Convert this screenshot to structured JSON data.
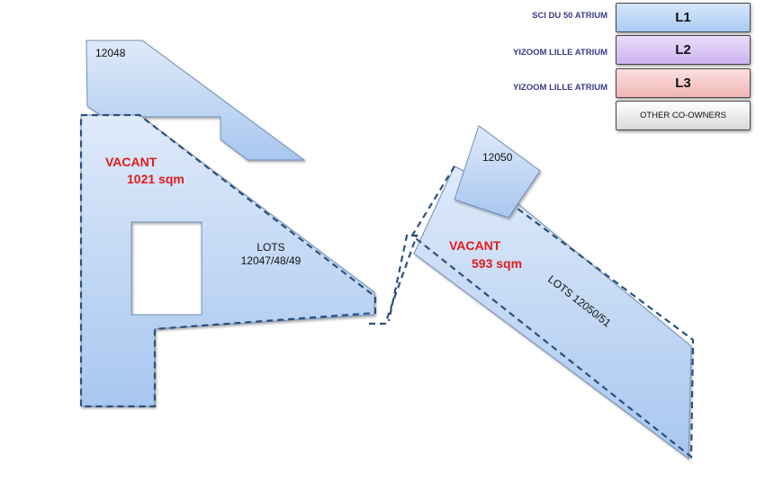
{
  "legend": [
    {
      "owner": "SCI DU 50 ATRIUM",
      "code": "L1",
      "fill": "#bcd7f6"
    },
    {
      "owner": "YIZOOM LILLE  ATRIUM",
      "code": "L2",
      "fill": "#dcc8f4"
    },
    {
      "owner": "YIZOOM LILLE  ATRIUM",
      "code": "L3",
      "fill": "#f6c9c9"
    },
    {
      "owner": "",
      "code": "OTHER CO-OWNERS",
      "fill": "#ececec"
    }
  ],
  "parcels": {
    "lot_12048": "12048",
    "lots_left": "LOTS",
    "lots_left_numbers": "12047/48/49",
    "lot_12050": "12050",
    "lots_right": "LOTS 12050/51"
  },
  "vacant_left": {
    "label": "VACANT",
    "area": "1021 sqm"
  },
  "vacant_right": {
    "label": "VACANT",
    "area": "593 sqm"
  },
  "colors": {
    "parcel_fill": "#bcd7f6",
    "dashed_outline": "#2c4f7c",
    "vacant_text": "#e31b1b",
    "legend_owner_text": "#3a3a8c"
  }
}
